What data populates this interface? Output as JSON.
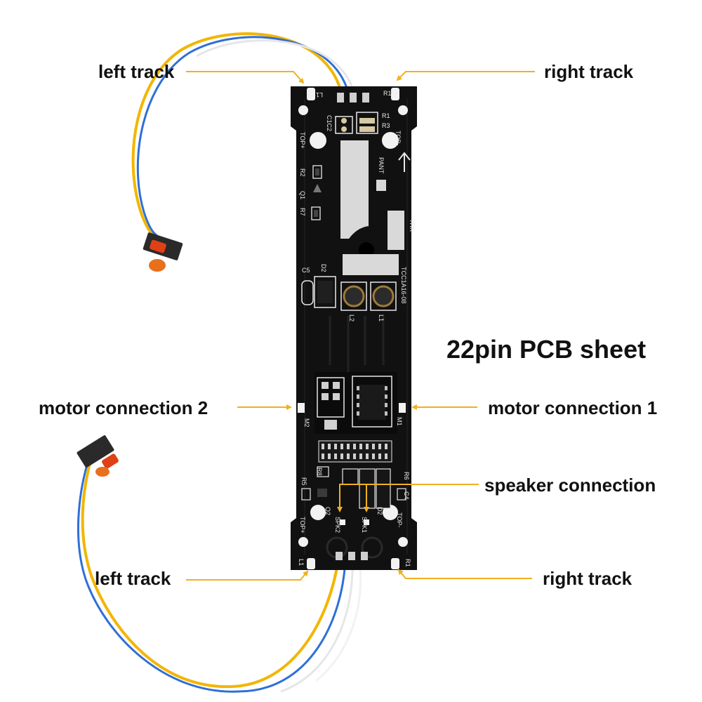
{
  "title": "22pin PCB sheet",
  "annotations": {
    "left_track_top": "left track",
    "right_track_top": "right track",
    "motor_connection_2": "motor connection 2",
    "motor_connection_1": "motor connection 1",
    "speaker_connection": "speaker connection",
    "left_track_bottom": "left track",
    "right_track_bottom": "right track"
  },
  "silkscreen": {
    "l1_top": "L1",
    "r1_top": "R1",
    "r1": "R1",
    "r3": "R3",
    "c1c2": "C1C2",
    "top_plus_upper": "TOP+",
    "top_minus_upper": "TOP-",
    "pant": "PANT",
    "r2": "R2",
    "q1": "Q1",
    "r7": "R7",
    "trk": "TRK",
    "c5": "C5",
    "d2": "D2",
    "part_no": "TCC1A16-08",
    "l2": "L2",
    "l1": "L1",
    "m2": "M2",
    "m1": "M1",
    "r8": "R8",
    "r5": "R5",
    "r6": "R6",
    "c4": "C4",
    "q2": "Q2",
    "spk2": "SPK2",
    "spk1": "SPK1",
    "d2_lower": "D2",
    "top_plus_lower": "TOP+",
    "top_minus_lower": "TOP-",
    "l1_bottom": "L1",
    "r1_bottom": "R1"
  },
  "colors": {
    "arrow": "#f0b020",
    "board": "#111111",
    "pad": "#f2f2f2",
    "wire_yellow": "#f2b600",
    "wire_blue": "#2f6fd6",
    "wire_white": "#e6e6e6",
    "led_red": "#e04015"
  }
}
